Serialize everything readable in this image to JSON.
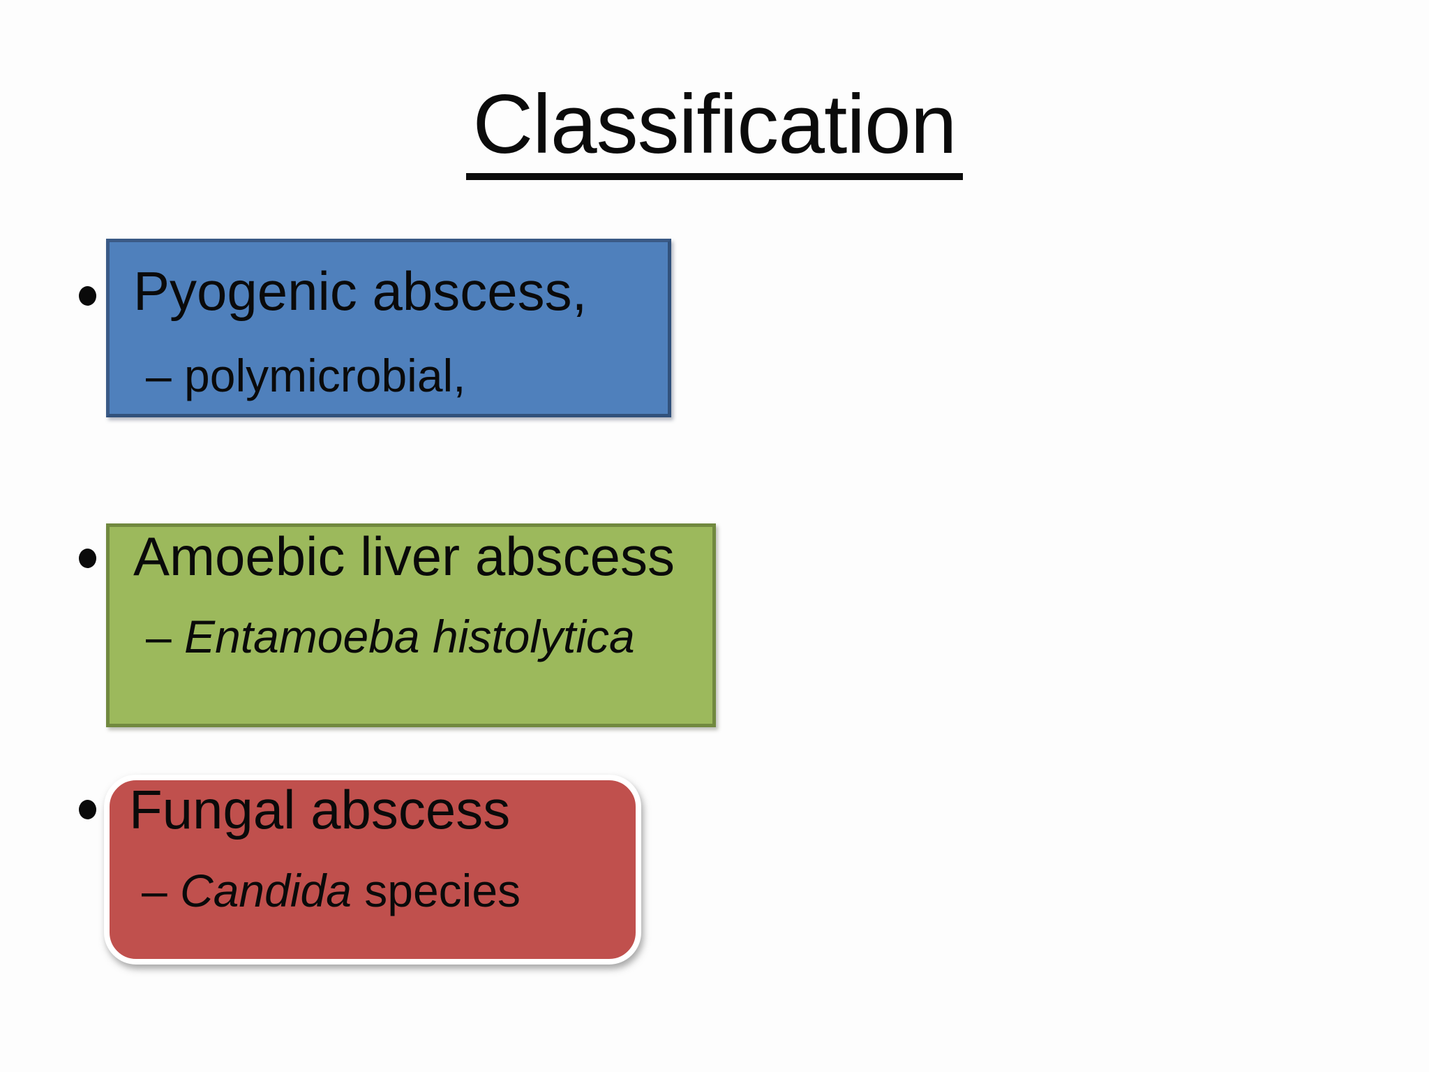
{
  "slide": {
    "title": "Classification",
    "bullet_glyph": "•",
    "text_color": "#0a0a0a",
    "background_color": "#fdfdfd",
    "items": [
      {
        "label": "Pyogenic abscess,",
        "sub_dash": "– ",
        "sub_italic": "",
        "sub_rest": "polymicrobial,",
        "fill_color": "#4f80bc",
        "border_color": "#3a5a86",
        "shape": "rectangle"
      },
      {
        "label": "Amoebic liver abscess",
        "sub_dash": "– ",
        "sub_italic": "Entamoeba histolytica",
        "sub_rest": "",
        "fill_color": "#9cb95c",
        "border_color": "#71893f",
        "shape": "rectangle"
      },
      {
        "label": "Fungal abscess",
        "sub_dash": "– ",
        "sub_italic": "Candida",
        "sub_rest": " species",
        "fill_color": "#c0504d",
        "border_color": "#ffffff",
        "shape": "rounded-rectangle"
      }
    ]
  }
}
